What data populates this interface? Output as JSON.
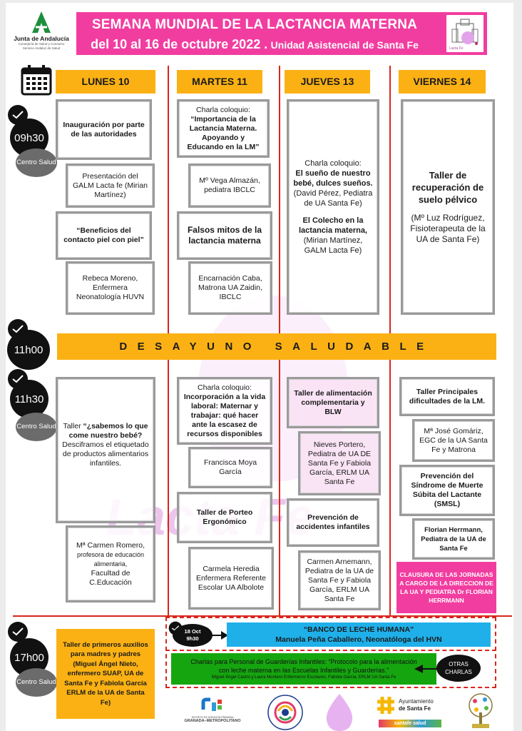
{
  "header": {
    "org_name": "Junta de Andalucía",
    "org_sub1": "Consejería de Salud y Consumo",
    "org_sub2": "Servicio Andaluz de Salud",
    "title": "SEMANA MUNDIAL DE LA LACTANCIA MATERNA",
    "subtitle_dates": "del 10 al 16 de octubre 2022 .",
    "subtitle_unit": "Unidad Asistencial de Santa Fe",
    "lacta_logo_text": "Lacta Fe"
  },
  "colors": {
    "banner_pink": "#f23da0",
    "day_orange": "#fbb114",
    "divider_red": "#d8261c",
    "bank_blue": "#1fb0ea",
    "green": "#15a50f"
  },
  "days": [
    {
      "label": "LUNES 10"
    },
    {
      "label": "MARTES 11"
    },
    {
      "label": "JUEVES 13"
    },
    {
      "label": "VIERNES 14"
    }
  ],
  "times": {
    "t1": {
      "time": "09h30",
      "place": "Centro Salud"
    },
    "t2": {
      "time": "11h00"
    },
    "t3": {
      "time": "11h30",
      "place": "Centro Salud"
    },
    "t4": {
      "time": "17h00",
      "place": "Centro Salud"
    }
  },
  "morning": {
    "lunes": [
      {
        "text": "Inauguración por parte de las autoridades"
      },
      {
        "text": "Presentación del GALM Lacta fe (Mirian Martínez)"
      },
      {
        "text": "“Beneficios del contacto piel con piel”"
      },
      {
        "text": "Rebeca Moreno, Enfermera Neonatología HUVN"
      }
    ],
    "martes": [
      {
        "prefix": "Charla coloquio:",
        "title": "“Importancia de la Lactancia Materna. Apoyando y Educando en la LM”"
      },
      {
        "text": "Mº Vega Almazán, pediatra IBCLC"
      },
      {
        "text": "Falsos mitos de la lactancia materna"
      },
      {
        "text": "Encarnación Caba, Matrona UA Zaidin, IBCLC"
      }
    ],
    "jueves": {
      "prefix": "Charla coloquio:",
      "talk1_title": "El sueño de nuestro bebé, dulces sueños.",
      "talk1_speaker": "(David Pérez, Pediatra de UA Santa Fe)",
      "talk2_title": "El Colecho en la lactancia materna,",
      "talk2_speaker": "(Mirian Martínez, GALM Lacta Fe)"
    },
    "viernes": {
      "title": "Taller de recuperación de suelo pélvico",
      "speaker": "(Mº Luz Rodríguez, Fisioterapeuta de la UA de Santa Fe)"
    }
  },
  "breakfast": {
    "label": "DESAYUNO SALUDABLE"
  },
  "midday": {
    "lunes": {
      "talk_prefix": "Taller ",
      "talk_bold": "“¿sabemos lo que come nuestro bebé?",
      "talk_rest": " Desciframos el etiquetado de productos alimentarios infantiles.",
      "speaker_name": "Mª Carmen Romero,",
      "speaker_role": "profesora de educación alimentaria,",
      "speaker_org": "Facultad de C.Educación"
    },
    "martes": [
      {
        "prefix": "Charla coloquio:",
        "title": "Incorporación a la vida laboral: Maternar y trabajar: qué hacer ante la escasez de recursos disponibles"
      },
      {
        "text": "Francisca Moya García"
      },
      {
        "text": "Taller de Porteo Ergonómico"
      },
      {
        "text": "Carmela Heredia Enfermera Referente Escolar UA Albolote"
      }
    ],
    "jueves": [
      {
        "text": "Taller de alimentación complementaria y BLW"
      },
      {
        "text": "Nieves Portero, Pediatra de UA DE Santa Fe y Fabiola García, ERLM UA Santa Fe"
      },
      {
        "text": "Prevención de accidentes infantiles"
      },
      {
        "text": "Carmen Arnemann, Pediatra de la UA de Santa Fe y Fabiola García, ERLM UA Santa Fe"
      }
    ],
    "viernes": [
      {
        "text": "Taller Principales dificultades de la LM."
      },
      {
        "text": "Mª José Gomáriz, EGC de la UA Santa Fe y Matrona"
      },
      {
        "text": "Prevención del Síndrome de Muerte Súbita del Lactante (SMSL)"
      },
      {
        "text": "Florian Herrmann, Pediatra de la UA de Santa Fe"
      }
    ],
    "closing": "CLAUSURA DE LAS JORNADAS A CARGO DE LA DIRECCION DE LA UA Y PEDIATRA Dr FLORIAN HERRMANN"
  },
  "afternoon": {
    "first_aid": "Taller de primeros auxilios para madres y padres (Miguel Ángel Nieto, enfermero SUAP, UA de Santa Fe y Fabiola García ERLM de la UA de Santa Fe)",
    "bank_date": "18 Oct",
    "bank_time": "9h30",
    "bank_title": "“BANCO DE LECHE HUMANA”",
    "bank_speaker": "Manuela Peña Caballero, Neonatóloga del HVN",
    "other_label_1": "OTRAS",
    "other_label_2": "CHARLAS",
    "nursery_line1": "Charlas para Personal de Guarderías Infantiles: “Protocolo para la alimentación",
    "nursery_line2": "con leche materna en las Escuelas Infantiles y Guarderías.”",
    "nursery_speakers": "Miguel Ángel Castro y Laura Montero Enfermeros Escolares, Fabiola García, ERLM UA Santa Fe"
  },
  "footer": {
    "logo1_text1": "DISTRITO DE ATENCIÓN PRIMARIA",
    "logo1_text2": "GRANADA–METROPOLITANO",
    "logo4_text1": "Ayuntamiento",
    "logo4_text2": "de Santa Fe",
    "logo4_text3": "santafe salud"
  },
  "watermark": "Lacta Fe"
}
